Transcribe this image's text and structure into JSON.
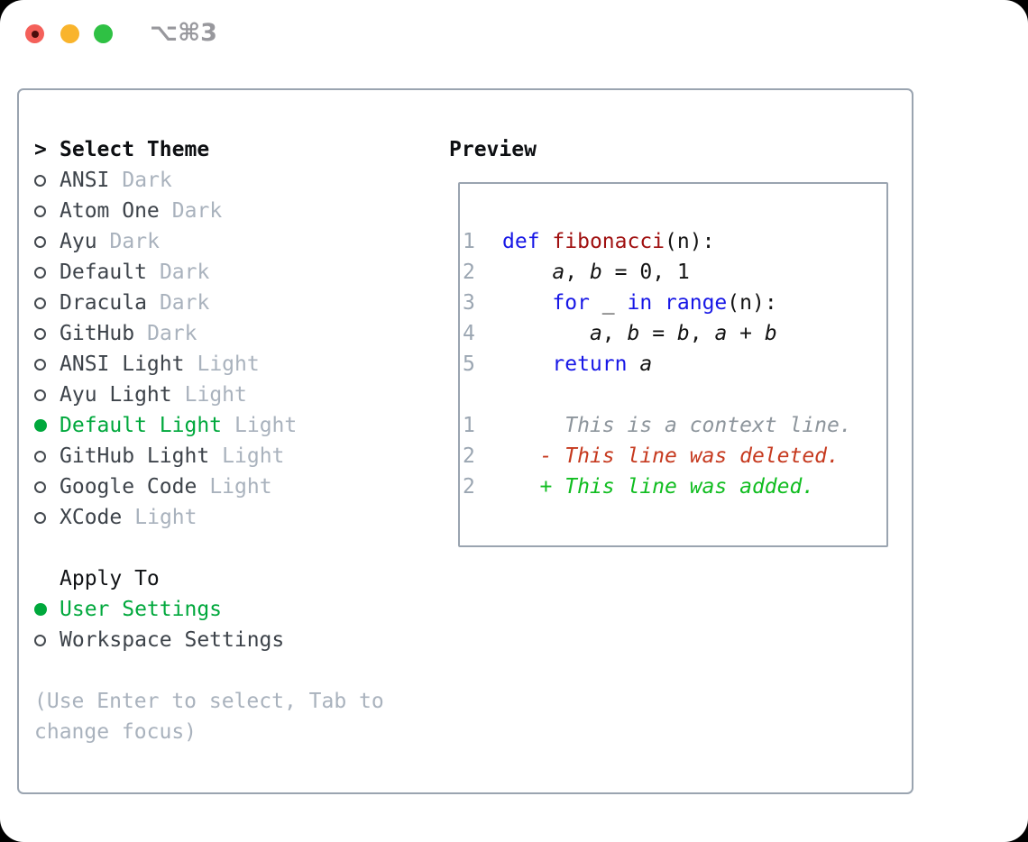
{
  "window": {
    "title": "⌥⌘3",
    "controls": [
      {
        "name": "close",
        "color": "#f4605a",
        "dot": "#4a0e0c"
      },
      {
        "name": "minimize",
        "color": "#f9b42c"
      },
      {
        "name": "zoom",
        "color": "#2fc144"
      }
    ]
  },
  "colors": {
    "accent_green": "#00a83c",
    "keyword_blue": "#1717e6",
    "function_red": "#a01010",
    "deleted_red": "#c63a1f",
    "added_green": "#10bd20",
    "muted_gray": "#a9b2bd",
    "border_gray": "#9aa4b0"
  },
  "theme_picker": {
    "header_marker": ">",
    "header_label": "Select Theme",
    "items": [
      {
        "label": "ANSI",
        "variant": "Dark",
        "selected": false
      },
      {
        "label": "Atom One",
        "variant": "Dark",
        "selected": false
      },
      {
        "label": "Ayu",
        "variant": "Dark",
        "selected": false
      },
      {
        "label": "Default",
        "variant": "Dark",
        "selected": false
      },
      {
        "label": "Dracula",
        "variant": "Dark",
        "selected": false
      },
      {
        "label": "GitHub",
        "variant": "Dark",
        "selected": false
      },
      {
        "label": "ANSI Light",
        "variant": "Light",
        "selected": false
      },
      {
        "label": "Ayu Light",
        "variant": "Light",
        "selected": false
      },
      {
        "label": "Default Light",
        "variant": "Light",
        "selected": true
      },
      {
        "label": "GitHub Light",
        "variant": "Light",
        "selected": false
      },
      {
        "label": "Google Code",
        "variant": "Light",
        "selected": false
      },
      {
        "label": "XCode",
        "variant": "Light",
        "selected": false
      }
    ],
    "apply_to_label": "Apply To",
    "apply_options": [
      {
        "label": "User Settings",
        "selected": true
      },
      {
        "label": "Workspace Settings",
        "selected": false
      }
    ],
    "hint_lines": [
      "(Use Enter to select, Tab to",
      "change focus)"
    ]
  },
  "preview": {
    "label": "Preview",
    "lines": [
      {
        "num": "",
        "segments": []
      },
      {
        "num": "1",
        "segments": [
          {
            "t": "def",
            "s": "kw"
          },
          {
            "t": " ",
            "s": "pl"
          },
          {
            "t": "fibonacci",
            "s": "fn"
          },
          {
            "t": "(n):",
            "s": "pl"
          }
        ]
      },
      {
        "num": "2",
        "segments": [
          {
            "t": "    ",
            "s": "pl"
          },
          {
            "t": "a",
            "s": "var"
          },
          {
            "t": ", ",
            "s": "pl"
          },
          {
            "t": "b",
            "s": "var"
          },
          {
            "t": " = 0, 1",
            "s": "pl"
          }
        ]
      },
      {
        "num": "3",
        "segments": [
          {
            "t": "    ",
            "s": "pl"
          },
          {
            "t": "for",
            "s": "kw"
          },
          {
            "t": " _ ",
            "s": "pl"
          },
          {
            "t": "in",
            "s": "kw"
          },
          {
            "t": " ",
            "s": "pl"
          },
          {
            "t": "range",
            "s": "kw"
          },
          {
            "t": "(n):",
            "s": "pl"
          }
        ]
      },
      {
        "num": "4",
        "segments": [
          {
            "t": "       ",
            "s": "pl"
          },
          {
            "t": "a",
            "s": "var"
          },
          {
            "t": ", ",
            "s": "pl"
          },
          {
            "t": "b",
            "s": "var"
          },
          {
            "t": " = ",
            "s": "pl"
          },
          {
            "t": "b",
            "s": "var"
          },
          {
            "t": ", ",
            "s": "pl"
          },
          {
            "t": "a",
            "s": "var"
          },
          {
            "t": " + ",
            "s": "pl"
          },
          {
            "t": "b",
            "s": "var"
          }
        ]
      },
      {
        "num": "5",
        "segments": [
          {
            "t": "    ",
            "s": "pl"
          },
          {
            "t": "return",
            "s": "kw"
          },
          {
            "t": " ",
            "s": "pl"
          },
          {
            "t": "a",
            "s": "var"
          }
        ]
      },
      {
        "num": "",
        "segments": []
      },
      {
        "num": "1",
        "segments": [
          {
            "t": "     This is a context line.",
            "s": "ctx"
          }
        ]
      },
      {
        "num": "2",
        "segments": [
          {
            "t": "   - This line was deleted.",
            "s": "del"
          }
        ]
      },
      {
        "num": "2",
        "segments": [
          {
            "t": "   + This line was added.",
            "s": "add"
          }
        ]
      }
    ]
  }
}
